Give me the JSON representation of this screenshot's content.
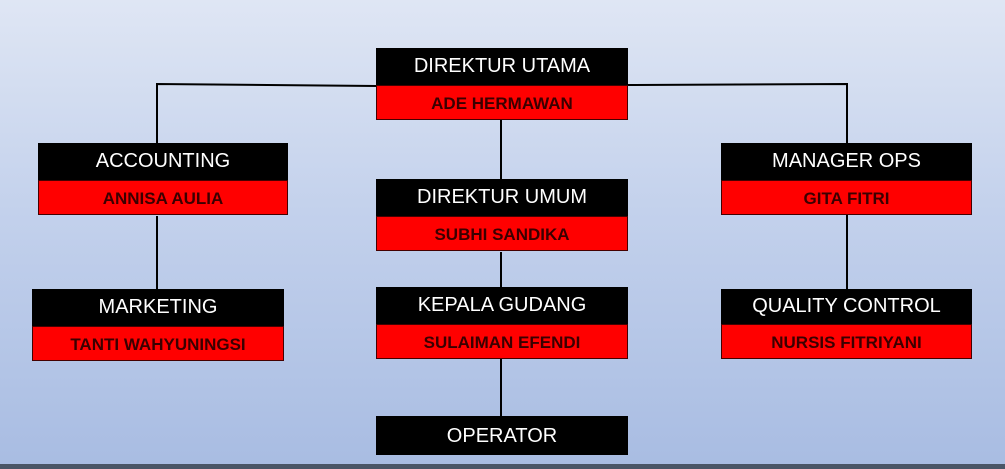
{
  "nodes": {
    "direktur_utama": {
      "title": "DIREKTUR UTAMA",
      "name": "ADE HERMAWAN"
    },
    "accounting": {
      "title": "ACCOUNTING",
      "name": "ANNISA AULIA"
    },
    "marketing": {
      "title": "MARKETING",
      "name": "TANTI WAHYUNINGSI"
    },
    "direktur_umum": {
      "title": "DIREKTUR UMUM",
      "name": "SUBHI SANDIKA"
    },
    "kepala_gudang": {
      "title": "KEPALA GUDANG",
      "name": "SULAIMAN EFENDI"
    },
    "operator": {
      "title": "OPERATOR"
    },
    "manager_ops": {
      "title": "MANAGER OPS",
      "name": "GITA FITRI"
    },
    "quality_control": {
      "title": "QUALITY CONTROL",
      "name": "NURSIS FITRIYANI"
    }
  },
  "colors": {
    "title_bg": "#000000",
    "name_bg": "#ff0000"
  }
}
